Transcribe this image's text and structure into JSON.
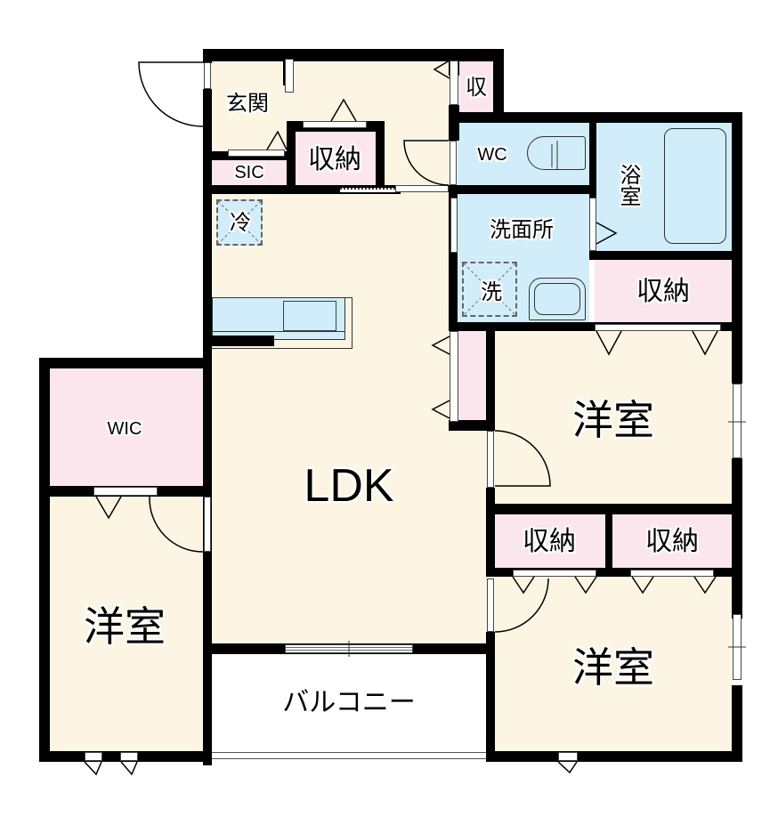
{
  "floorplan": {
    "title": "3LDK floor plan",
    "colors": {
      "wall": "#000000",
      "living_floor": "#fdf5e3",
      "storage": "#fbe6ee",
      "wet_area": "#d1edf9",
      "balcony": "#ffffff"
    },
    "rooms": {
      "entrance": {
        "label": "玄関",
        "type": "entrance"
      },
      "sic": {
        "label": "SIC",
        "type": "shoe-in-closet"
      },
      "hall_storage": {
        "label": "収納",
        "type": "storage"
      },
      "small_storage": {
        "label": "収",
        "type": "storage"
      },
      "wc": {
        "label": "WC",
        "type": "toilet"
      },
      "bathroom": {
        "label": "浴室",
        "type": "bath"
      },
      "washroom": {
        "label": "洗面所",
        "type": "washroom"
      },
      "washer": {
        "label": "洗",
        "type": "washing-machine-space"
      },
      "fridge": {
        "label": "冷",
        "type": "refrigerator-space"
      },
      "bath_storage": {
        "label": "収納",
        "type": "storage"
      },
      "ldk": {
        "label": "LDK",
        "type": "living-dining-kitchen"
      },
      "wic": {
        "label": "WIC",
        "type": "walk-in-closet"
      },
      "west_bedroom": {
        "label": "洋室",
        "type": "western-room"
      },
      "east_bedroom_upper": {
        "label": "洋室",
        "type": "western-room"
      },
      "east_bedroom_lower": {
        "label": "洋室",
        "type": "western-room"
      },
      "closet_left": {
        "label": "収納",
        "type": "storage"
      },
      "closet_right": {
        "label": "収納",
        "type": "storage"
      },
      "balcony": {
        "label": "バルコニー",
        "type": "balcony"
      }
    }
  }
}
